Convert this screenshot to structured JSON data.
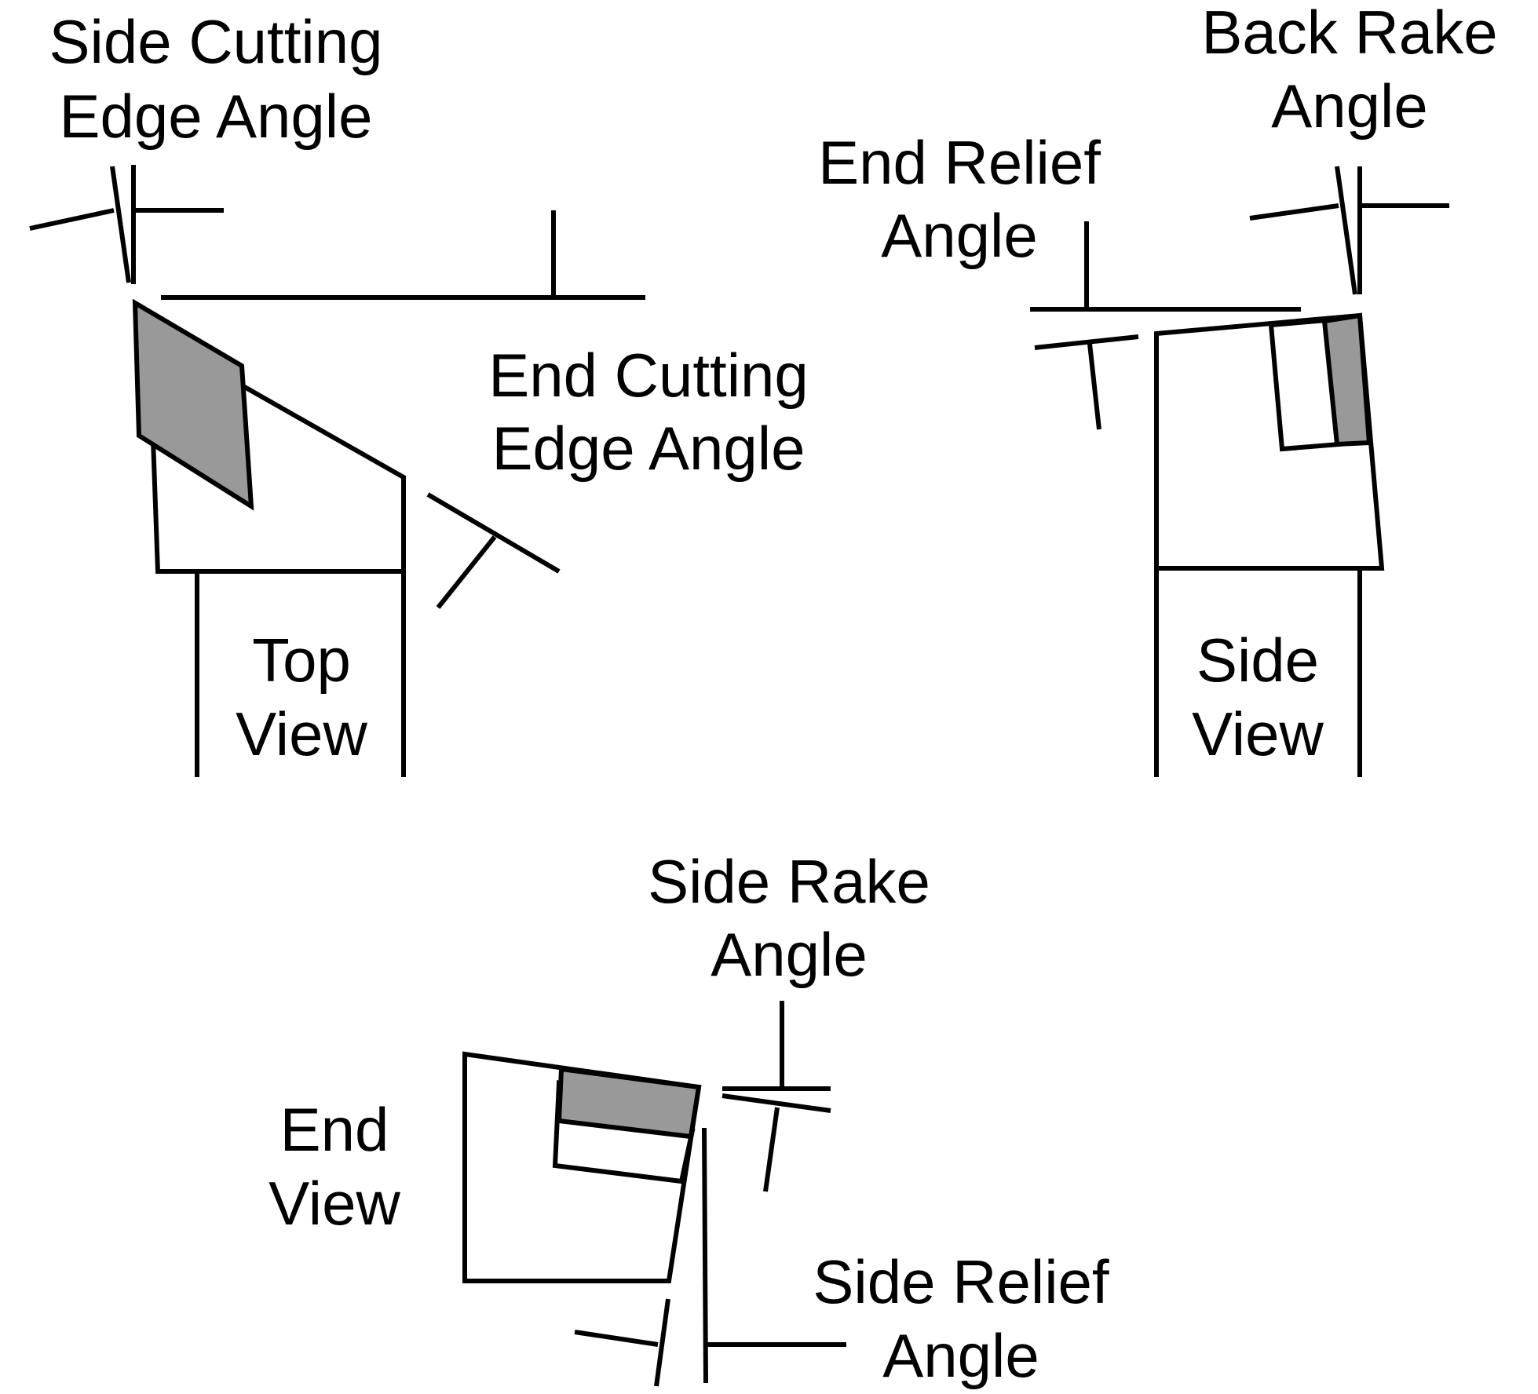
{
  "colors": {
    "line": "#000000",
    "insert_fill": "#999999",
    "background": "#ffffff"
  },
  "top_view": {
    "label_line1": "Top",
    "label_line2": "View"
  },
  "side_view": {
    "label_line1": "Side",
    "label_line2": "View"
  },
  "end_view": {
    "label_line1": "End",
    "label_line2": "View"
  },
  "labels": {
    "side_cutting_edge_angle": {
      "line1": "Side Cutting",
      "line2": "Edge Angle"
    },
    "end_cutting_edge_angle": {
      "line1": "End Cutting",
      "line2": "Edge Angle"
    },
    "end_relief_angle": {
      "line1": "End Relief",
      "line2": "Angle"
    },
    "back_rake_angle": {
      "line1": "Back Rake",
      "line2": "Angle"
    },
    "side_rake_angle": {
      "line1": "Side Rake",
      "line2": "Angle"
    },
    "side_relief_angle": {
      "line1": "Side Relief",
      "line2": "Angle"
    }
  }
}
